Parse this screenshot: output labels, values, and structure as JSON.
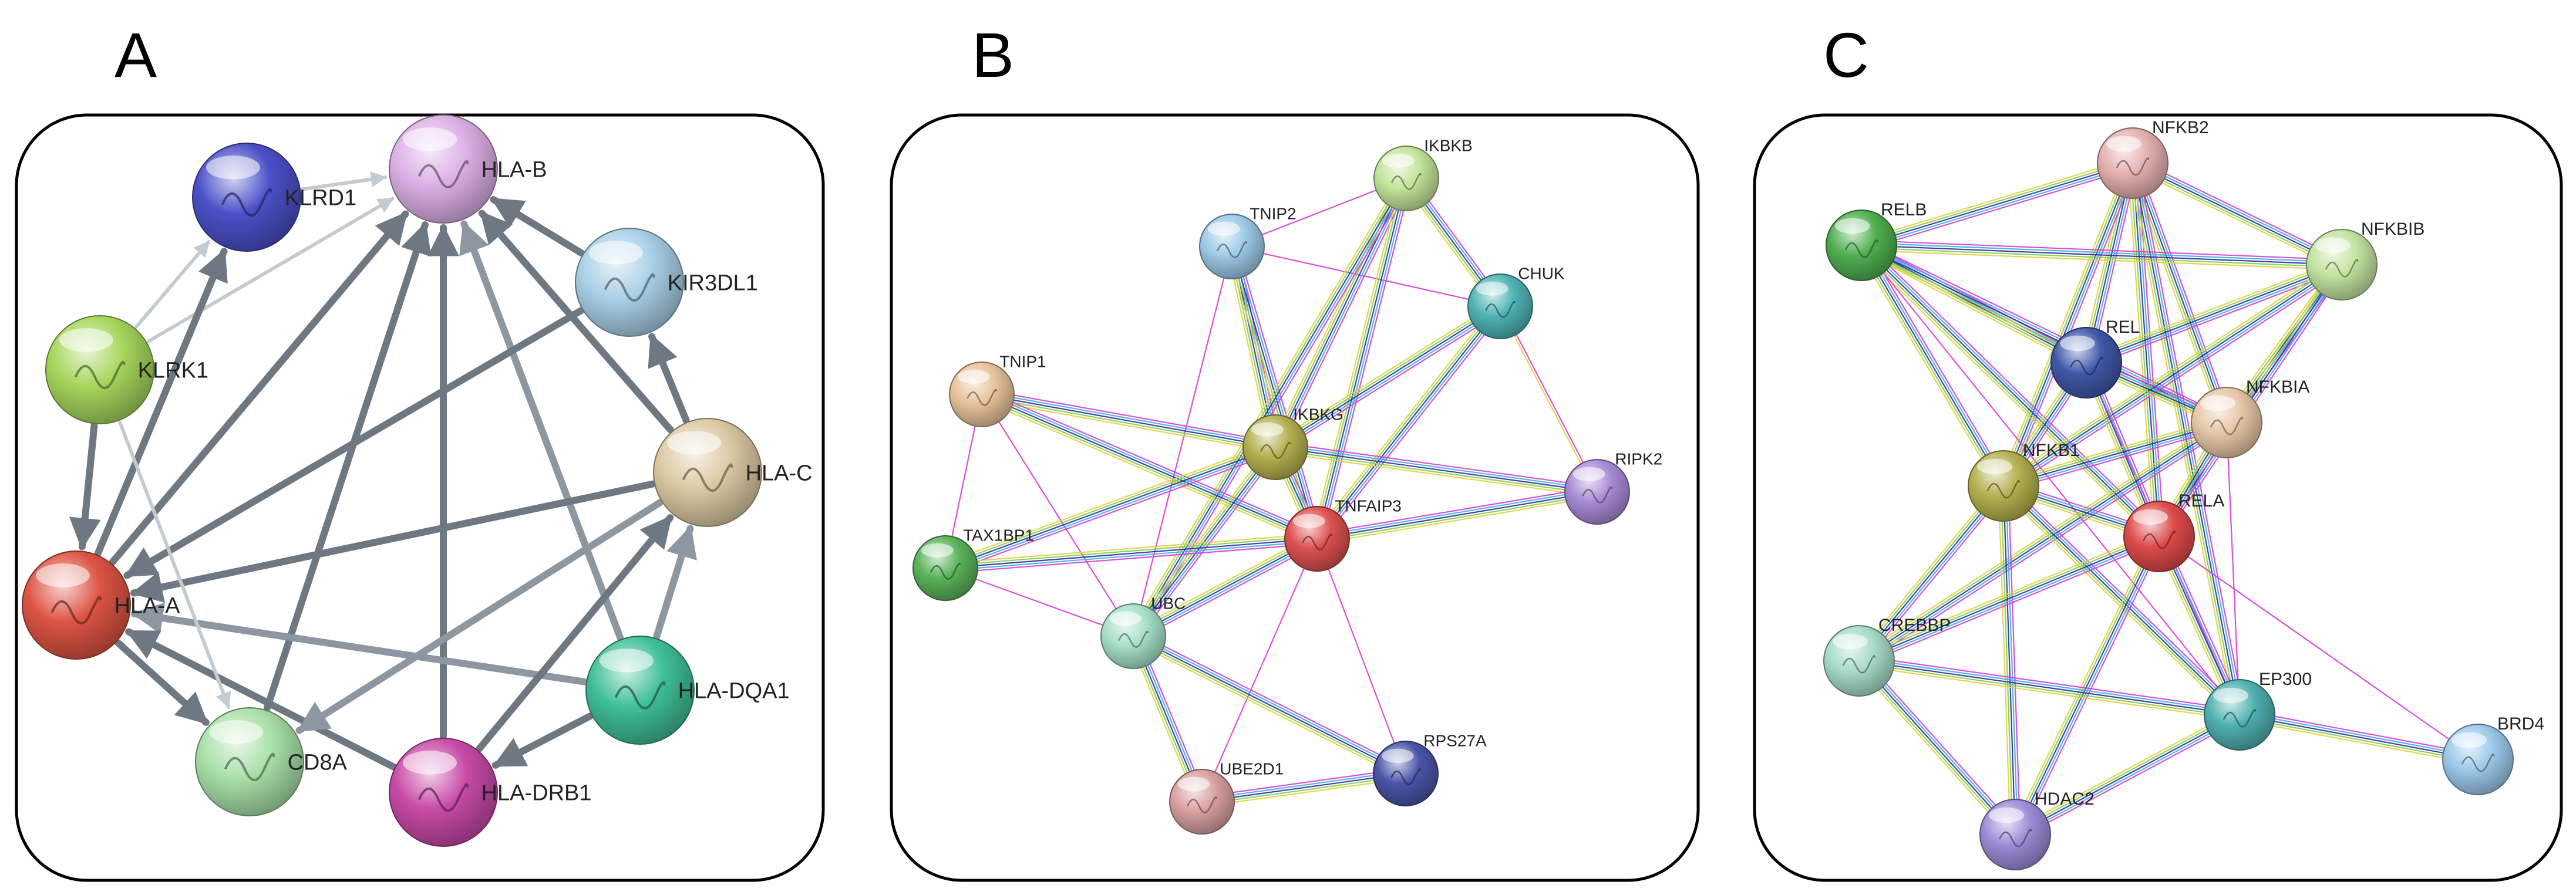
{
  "panels": [
    {
      "letter": "A",
      "nodes": [
        {
          "id": "HLA-B",
          "label": "HLA-B",
          "color": "#dcb0e6"
        },
        {
          "id": "KLRD1",
          "label": "KLRD1",
          "color": "#4b50c8"
        },
        {
          "id": "KIR3DL1",
          "label": "KIR3DL1",
          "color": "#a9d0e6"
        },
        {
          "id": "KLRK1",
          "label": "KLRK1",
          "color": "#a6d65c"
        },
        {
          "id": "HLA-C",
          "label": "HLA-C",
          "color": "#dcc9a3"
        },
        {
          "id": "HLA-A",
          "label": "HLA-A",
          "color": "#dd5444"
        },
        {
          "id": "HLA-DQA1",
          "label": "HLA-DQA1",
          "color": "#3fbf9a"
        },
        {
          "id": "CD8A",
          "label": "CD8A",
          "color": "#a8e0a8"
        },
        {
          "id": "HLA-DRB1",
          "label": "HLA-DRB1",
          "color": "#c84aa8"
        }
      ],
      "edges": [
        [
          "KLRD1",
          "HLA-B",
          "light"
        ],
        [
          "KLRK1",
          "HLA-B",
          "light"
        ],
        [
          "KLRK1",
          "KLRD1",
          "light"
        ],
        [
          "HLA-A",
          "HLA-B",
          "dark"
        ],
        [
          "CD8A",
          "HLA-B",
          "dark"
        ],
        [
          "HLA-DRB1",
          "HLA-B",
          "dark"
        ],
        [
          "HLA-DQA1",
          "HLA-B",
          "mid"
        ],
        [
          "HLA-C",
          "HLA-B",
          "dark"
        ],
        [
          "KIR3DL1",
          "HLA-B",
          "dark"
        ],
        [
          "HLA-A",
          "KLRD1",
          "dark"
        ],
        [
          "HLA-C",
          "KIR3DL1",
          "dark"
        ],
        [
          "KIR3DL1",
          "HLA-A",
          "dark"
        ],
        [
          "HLA-C",
          "HLA-A",
          "dark"
        ],
        [
          "KLRK1",
          "HLA-A",
          "dark"
        ],
        [
          "HLA-DQA1",
          "HLA-A",
          "mid"
        ],
        [
          "HLA-DRB1",
          "HLA-A",
          "dark"
        ],
        [
          "HLA-A",
          "CD8A",
          "dark"
        ],
        [
          "HLA-C",
          "CD8A",
          "mid"
        ],
        [
          "HLA-DRB1",
          "HLA-C",
          "dark"
        ],
        [
          "HLA-DQA1",
          "HLA-C",
          "mid"
        ],
        [
          "HLA-DQA1",
          "HLA-DRB1",
          "dark"
        ],
        [
          "KLRK1",
          "CD8A",
          "light"
        ]
      ]
    },
    {
      "letter": "B",
      "nodes": [
        {
          "id": "IKBKB",
          "label": "IKBKB",
          "color": "#c3e39a"
        },
        {
          "id": "TNIP2",
          "label": "TNIP2",
          "color": "#9cc9e6"
        },
        {
          "id": "CHUK",
          "label": "CHUK",
          "color": "#4fb3b3"
        },
        {
          "id": "TNIP1",
          "label": "TNIP1",
          "color": "#e6c29a"
        },
        {
          "id": "IKBKG",
          "label": "IKBKG",
          "color": "#b3b04f"
        },
        {
          "id": "RIPK2",
          "label": "RIPK2",
          "color": "#a98ad6"
        },
        {
          "id": "TNFAIP3",
          "label": "TNFAIP3",
          "color": "#dd5050"
        },
        {
          "id": "TAX1BP1",
          "label": "TAX1BP1",
          "color": "#5ab35a"
        },
        {
          "id": "UBC",
          "label": "UBC",
          "color": "#a6e0c6"
        },
        {
          "id": "UBE2D1",
          "label": "UBE2D1",
          "color": "#d9a0a0"
        },
        {
          "id": "RPS27A",
          "label": "RPS27A",
          "color": "#4a55a8"
        }
      ],
      "edges": [
        [
          "TNIP2",
          "IKBKB",
          "m"
        ],
        [
          "TNIP2",
          "CHUK",
          "m"
        ],
        [
          "TNIP2",
          "IKBKG",
          "multi"
        ],
        [
          "TNIP2",
          "TNFAIP3",
          "multi"
        ],
        [
          "TNIP2",
          "UBC",
          "m"
        ],
        [
          "IKBKB",
          "CHUK",
          "multi"
        ],
        [
          "IKBKB",
          "IKBKG",
          "multi"
        ],
        [
          "IKBKB",
          "TNFAIP3",
          "multi"
        ],
        [
          "IKBKB",
          "UBC",
          "multi"
        ],
        [
          "CHUK",
          "IKBKG",
          "multi"
        ],
        [
          "CHUK",
          "TNFAIP3",
          "multi"
        ],
        [
          "CHUK",
          "RIPK2",
          "y"
        ],
        [
          "TNIP1",
          "IKBKG",
          "multi"
        ],
        [
          "TNIP1",
          "TNFAIP3",
          "multi"
        ],
        [
          "TNIP1",
          "TAX1BP1",
          "m"
        ],
        [
          "TNIP1",
          "UBC",
          "m"
        ],
        [
          "IKBKG",
          "RIPK2",
          "multi"
        ],
        [
          "IKBKG",
          "TNFAIP3",
          "multi"
        ],
        [
          "IKBKG",
          "UBC",
          "multi"
        ],
        [
          "IKBKG",
          "TAX1BP1",
          "multi"
        ],
        [
          "TNFAIP3",
          "RIPK2",
          "multi"
        ],
        [
          "TNFAIP3",
          "TAX1BP1",
          "multi"
        ],
        [
          "TNFAIP3",
          "UBC",
          "multi"
        ],
        [
          "TNFAIP3",
          "UBE2D1",
          "m"
        ],
        [
          "TNFAIP3",
          "RPS27A",
          "m"
        ],
        [
          "TAX1BP1",
          "UBC",
          "m"
        ],
        [
          "UBC",
          "UBE2D1",
          "multi"
        ],
        [
          "UBC",
          "RPS27A",
          "multi"
        ],
        [
          "UBE2D1",
          "RPS27A",
          "multi"
        ]
      ]
    },
    {
      "letter": "C",
      "nodes": [
        {
          "id": "NFKB2",
          "label": "NFKB2",
          "color": "#e6b0b0"
        },
        {
          "id": "RELB",
          "label": "RELB",
          "color": "#4fae4f"
        },
        {
          "id": "NFKBIB",
          "label": "NFKBIB",
          "color": "#c3e3a0"
        },
        {
          "id": "REL",
          "label": "REL",
          "color": "#3f58a8"
        },
        {
          "id": "NFKBIA",
          "label": "NFKBIA",
          "color": "#e6c7a6"
        },
        {
          "id": "NFKB1",
          "label": "NFKB1",
          "color": "#b3b04f"
        },
        {
          "id": "RELA",
          "label": "RELA",
          "color": "#dd4a4a"
        },
        {
          "id": "CREBBP",
          "label": "CREBBP",
          "color": "#a6dcc6"
        },
        {
          "id": "EP300",
          "label": "EP300",
          "color": "#4fb0b0"
        },
        {
          "id": "BRD4",
          "label": "BRD4",
          "color": "#9cc9ea"
        },
        {
          "id": "HDAC2",
          "label": "HDAC2",
          "color": "#9e8ad6"
        }
      ],
      "edges": [
        [
          "NFKB2",
          "RELB",
          "multi"
        ],
        [
          "NFKB2",
          "NFKBIB",
          "multi"
        ],
        [
          "NFKB2",
          "REL",
          "multi"
        ],
        [
          "NFKB2",
          "NFKBIA",
          "multi"
        ],
        [
          "NFKB2",
          "NFKB1",
          "multi"
        ],
        [
          "NFKB2",
          "RELA",
          "multi"
        ],
        [
          "NFKB2",
          "EP300",
          "multi"
        ],
        [
          "RELB",
          "REL",
          "multi"
        ],
        [
          "RELB",
          "NFKBIA",
          "multi"
        ],
        [
          "RELB",
          "NFKB1",
          "multi"
        ],
        [
          "RELB",
          "RELA",
          "multi"
        ],
        [
          "RELB",
          "NFKBIB",
          "multi"
        ],
        [
          "RELB",
          "EP300",
          "m"
        ],
        [
          "NFKBIB",
          "REL",
          "multi"
        ],
        [
          "NFKBIB",
          "NFKBIA",
          "multi"
        ],
        [
          "NFKBIB",
          "NFKB1",
          "multi"
        ],
        [
          "NFKBIB",
          "RELA",
          "multi"
        ],
        [
          "REL",
          "NFKBIA",
          "multi"
        ],
        [
          "REL",
          "NFKB1",
          "multi"
        ],
        [
          "REL",
          "RELA",
          "multi"
        ],
        [
          "REL",
          "EP300",
          "m"
        ],
        [
          "NFKBIA",
          "NFKB1",
          "multi"
        ],
        [
          "NFKBIA",
          "RELA",
          "multi"
        ],
        [
          "NFKBIA",
          "CREBBP",
          "multi"
        ],
        [
          "NFKBIA",
          "EP300",
          "m"
        ],
        [
          "NFKB1",
          "RELA",
          "multi"
        ],
        [
          "NFKB1",
          "CREBBP",
          "multi"
        ],
        [
          "NFKB1",
          "EP300",
          "multi"
        ],
        [
          "NFKB1",
          "HDAC2",
          "multi"
        ],
        [
          "RELA",
          "CREBBP",
          "multi"
        ],
        [
          "RELA",
          "EP300",
          "multi"
        ],
        [
          "RELA",
          "HDAC2",
          "multi"
        ],
        [
          "RELA",
          "BRD4",
          "m"
        ],
        [
          "CREBBP",
          "EP300",
          "multi"
        ],
        [
          "CREBBP",
          "HDAC2",
          "multi"
        ],
        [
          "EP300",
          "HDAC2",
          "multi"
        ],
        [
          "EP300",
          "BRD4",
          "multi"
        ]
      ]
    }
  ]
}
